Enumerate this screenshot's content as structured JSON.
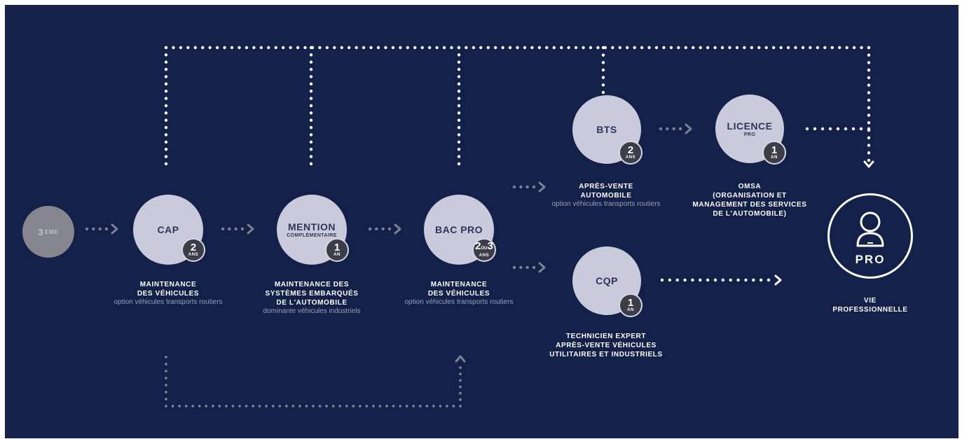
{
  "start": {
    "label": "3",
    "sup": "EME"
  },
  "nodes": {
    "cap": {
      "title": "CAP",
      "badge_num": "2",
      "badge_unit": "ANS",
      "caption_bold": [
        "MAINTENANCE",
        "DES VÉHICULES"
      ],
      "caption_opt": "option véhicules transports routiers"
    },
    "mention": {
      "title": "MENTION",
      "subtitle": "COMPLÉMENTAIRE",
      "badge_num": "1",
      "badge_unit": "AN",
      "caption_bold": [
        "MAINTENANCE DES",
        "SYSTÈMES EMBARQUÉS",
        "DE L'AUTOMOBILE"
      ],
      "caption_opt": "dominante véhicules industriels"
    },
    "bacpro": {
      "title": "BAC PRO",
      "badge_num_a": "2",
      "badge_or": "OU",
      "badge_num_b": "3",
      "badge_unit": "ANS",
      "caption_bold": [
        "MAINTENANCE",
        "DES VÉHICULES"
      ],
      "caption_opt": "option véhicules transports routiers"
    },
    "bts": {
      "title": "BTS",
      "badge_num": "2",
      "badge_unit": "ANS",
      "caption_bold": [
        "APRÈS-VENTE",
        "AUTOMOBILE"
      ],
      "caption_opt": "option véhicules transports routiers"
    },
    "licence": {
      "title": "LICENCE",
      "subtitle": "PRO",
      "badge_num": "1",
      "badge_unit": "AN",
      "caption_bold": [
        "OMSA",
        "(ORGANISATION ET",
        "MANAGEMENT DES SERVICES",
        "DE L'AUTOMOBILE)"
      ]
    },
    "cqp": {
      "title": "CQP",
      "badge_num": "1",
      "badge_unit": "AN",
      "caption_bold": [
        "TECHNICIEN EXPERT",
        "APRÈS-VENTE VÉHICULES",
        "UTILITAIRES ET INDUSTRIELS"
      ]
    }
  },
  "pro": {
    "label": "PRO",
    "caption": [
      "VIE",
      "PROFESSIONNELLE"
    ],
    "icon": "person-icon"
  },
  "colors": {
    "background": "#12204a",
    "node": "#c9cbdc",
    "badge": "#3c3d47",
    "connector_bright": "#ffffff",
    "connector_dim": "#7d8194"
  }
}
